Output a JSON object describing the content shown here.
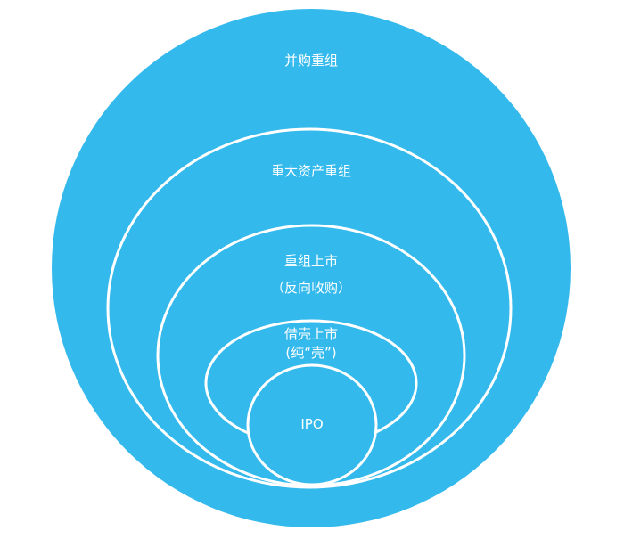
{
  "diagram": {
    "type": "nested-ellipses",
    "fill_color": "#33B9EC",
    "stroke_color": "#FFFFFF",
    "background": "#FFFFFF",
    "layers": [
      {
        "id": "merger",
        "label_lines": [
          "并购重组"
        ]
      },
      {
        "id": "major-asset",
        "label_lines": [
          "重大资产重组"
        ]
      },
      {
        "id": "backdoor",
        "label_lines": [
          "重组上市",
          "（反向收购）"
        ]
      },
      {
        "id": "shell",
        "label_lines": [
          "借壳上市",
          "(纯“壳”)"
        ]
      },
      {
        "id": "ipo",
        "label_lines": [
          "IPO"
        ]
      }
    ]
  }
}
